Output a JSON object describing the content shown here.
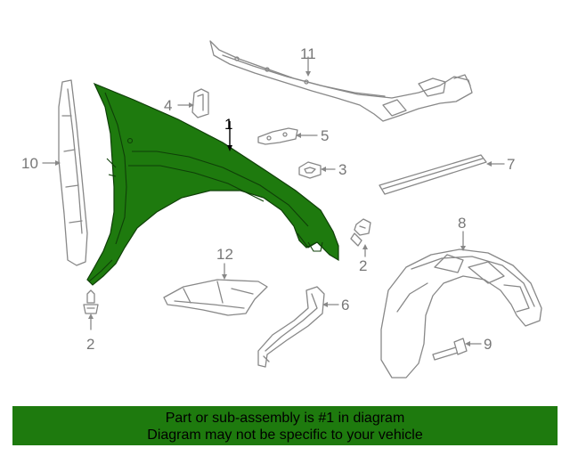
{
  "diagram": {
    "callouts": [
      {
        "id": "1",
        "label": "1"
      },
      {
        "id": "2a",
        "label": "2"
      },
      {
        "id": "2b",
        "label": "2"
      },
      {
        "id": "3",
        "label": "3"
      },
      {
        "id": "4",
        "label": "4"
      },
      {
        "id": "5",
        "label": "5"
      },
      {
        "id": "6",
        "label": "6"
      },
      {
        "id": "7",
        "label": "7"
      },
      {
        "id": "8",
        "label": "8"
      },
      {
        "id": "9",
        "label": "9"
      },
      {
        "id": "10",
        "label": "10"
      },
      {
        "id": "11",
        "label": "11"
      },
      {
        "id": "12",
        "label": "12"
      }
    ],
    "highlight_color": "#1e7a0e",
    "line_color": "#888888"
  },
  "banner": {
    "line1": "Part or sub-assembly is #1 in diagram",
    "line2": "Diagram may not be specific to your vehicle",
    "color": "#1e7a0e"
  }
}
